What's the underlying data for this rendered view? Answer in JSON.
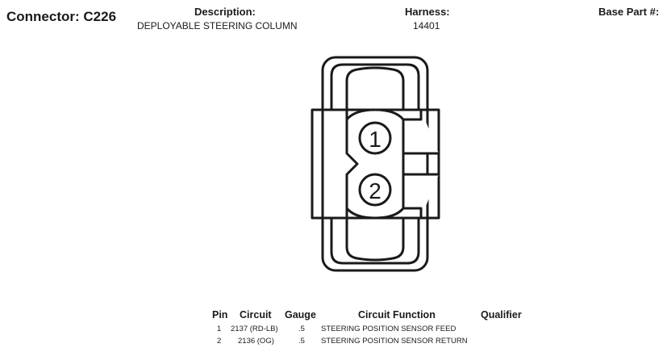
{
  "header": {
    "connector_label": "Connector:",
    "connector_id": "C226",
    "description_label": "Description:",
    "description_value": "DEPLOYABLE STEERING COLUMN",
    "harness_label": "Harness:",
    "harness_value": "14401",
    "base_part_label": "Base Part #:"
  },
  "diagram": {
    "pins": [
      {
        "label": "1"
      },
      {
        "label": "2"
      }
    ]
  },
  "table": {
    "headers": {
      "pin": "Pin",
      "circuit": "Circuit",
      "gauge": "Gauge",
      "function": "Circuit Function",
      "qualifier": "Qualifier"
    },
    "rows": [
      {
        "pin": "1",
        "circuit": "2137 (RD-LB)",
        "gauge": ".5",
        "function": "STEERING POSITION SENSOR FEED"
      },
      {
        "pin": "2",
        "circuit": "2136 (OG)",
        "gauge": ".5",
        "function": "STEERING POSITION SENSOR RETURN"
      }
    ]
  }
}
